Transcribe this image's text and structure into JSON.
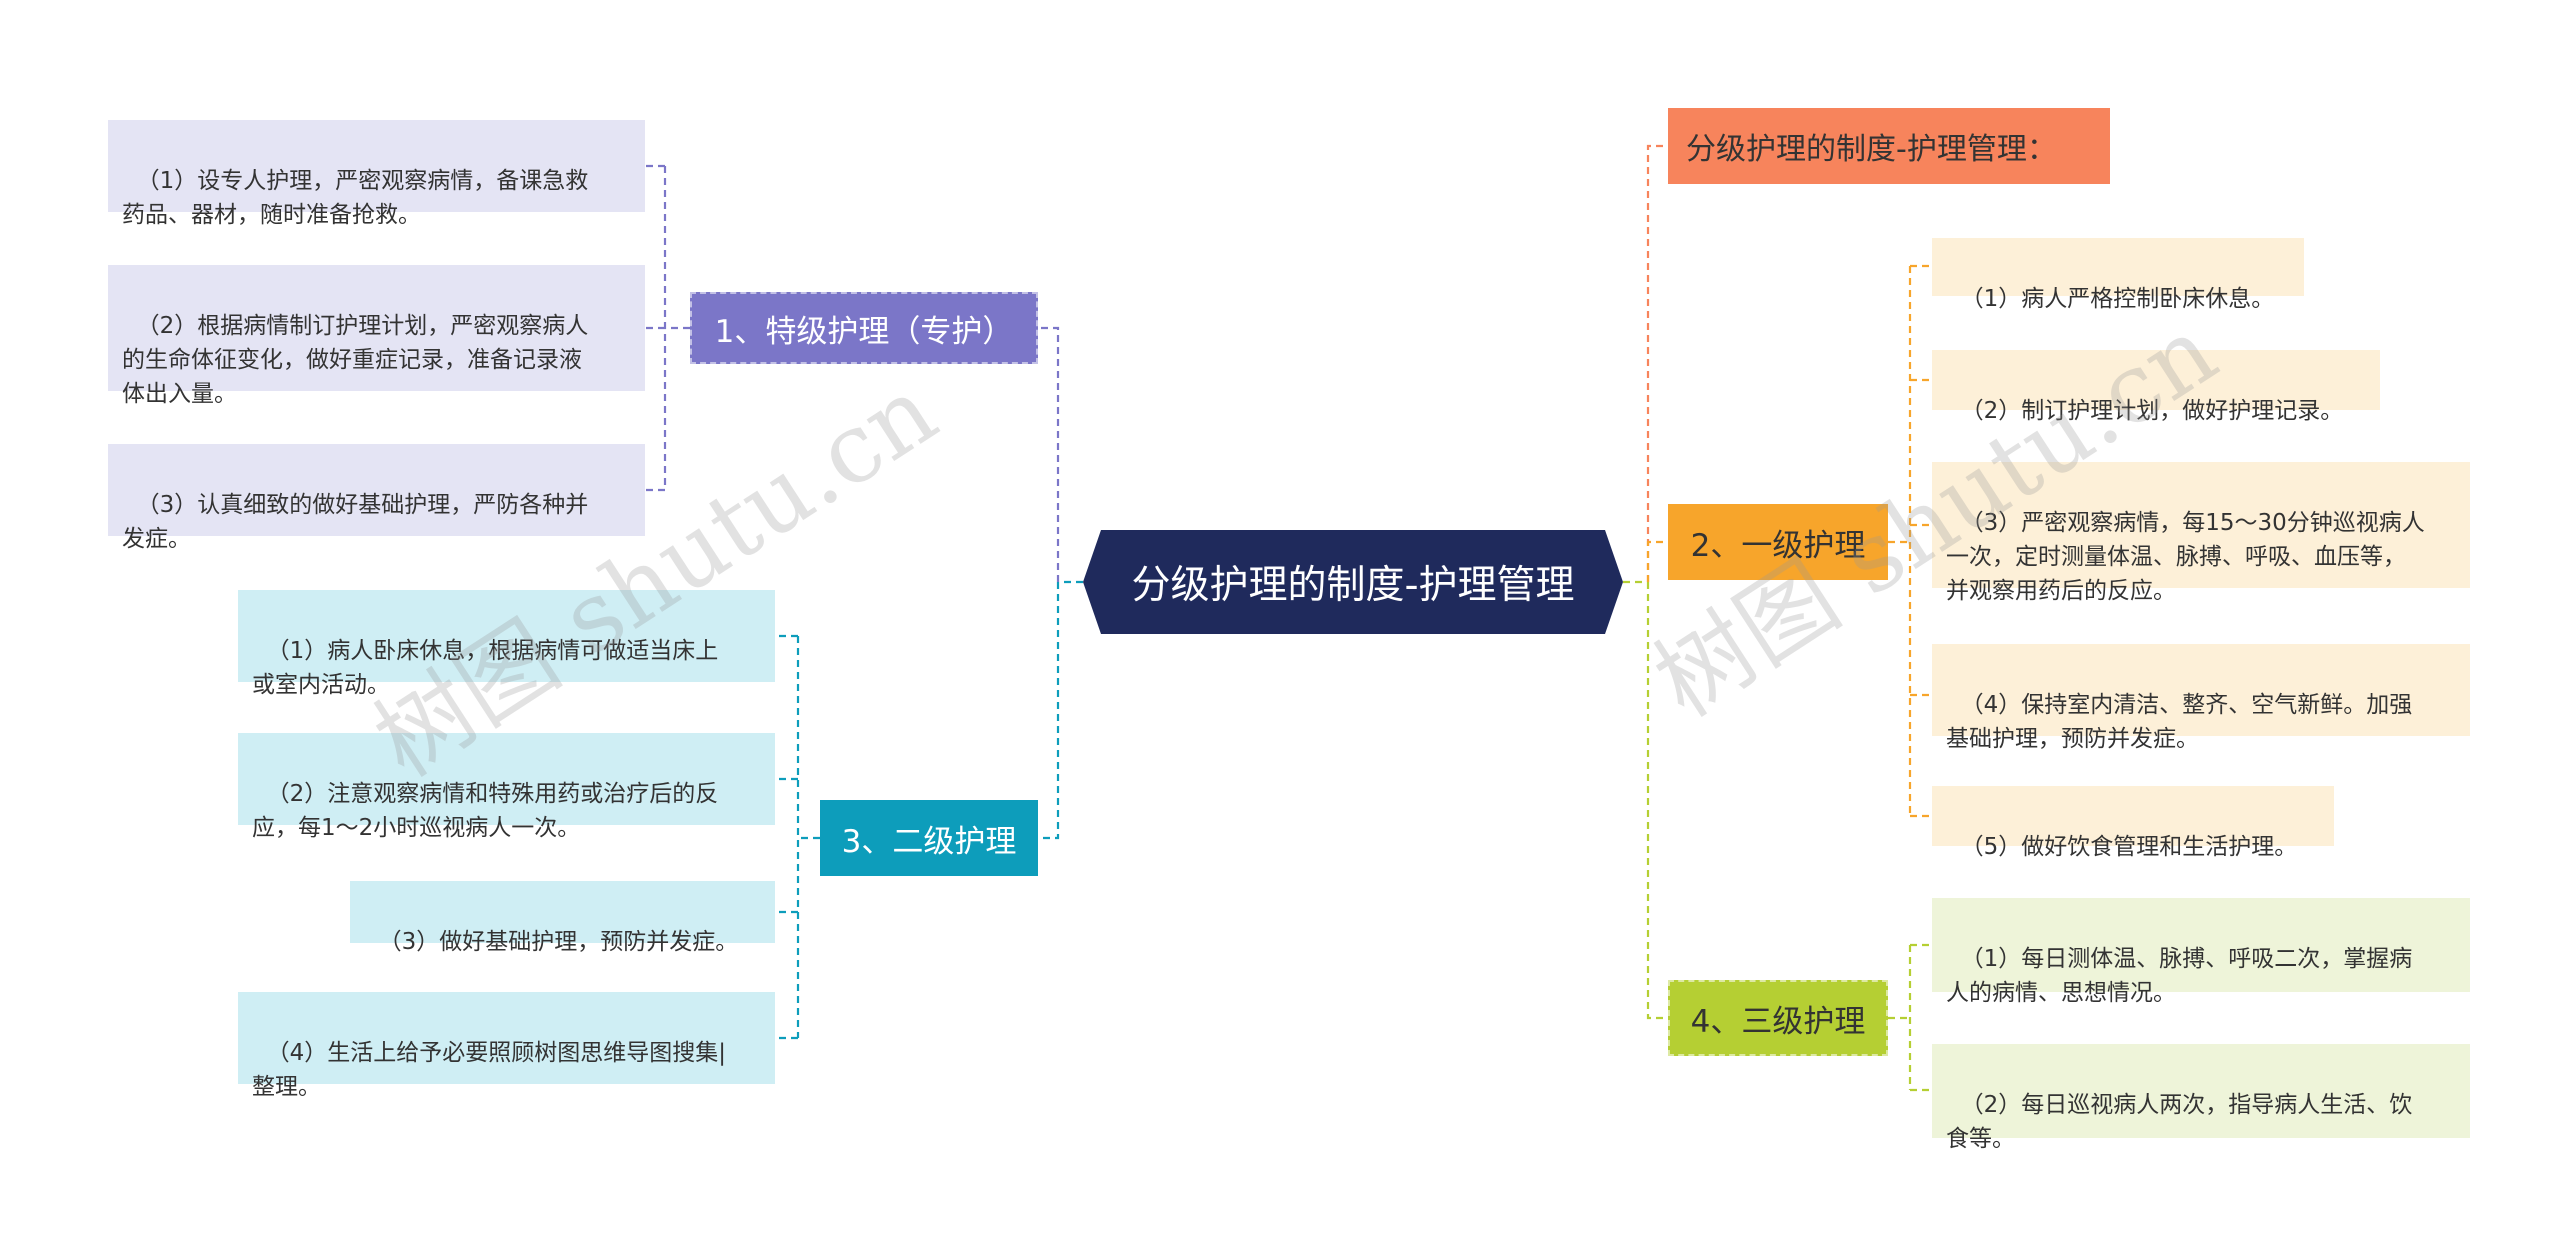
{
  "root": {
    "title": "分级护理的制度-护理管理"
  },
  "branches": {
    "special": {
      "label": "1、特级护理（专护）",
      "items": [
        "（1）设专人护理，严密观察病情，备课急救\n药品、器材，随时准备抢救。",
        "（2）根据病情制订护理计划，严密观察病人\n的生命体征变化，做好重症记录，准备记录液\n体出入量。",
        "（3）认真细致的做好基础护理，严防各种并\n发症。"
      ]
    },
    "second": {
      "label": "3、二级护理",
      "items": [
        "（1）病人卧床休息，根据病情可做适当床上\n或室内活动。",
        "（2）注意观察病情和特殊用药或治疗后的反\n应，每1～2小时巡视病人一次。",
        "（3）做好基础护理，预防并发症。",
        "（4）生活上给予必要照顾树图思维导图搜集|\n整理。"
      ]
    },
    "header": {
      "label": "分级护理的制度-护理管理："
    },
    "first": {
      "label": "2、一级护理",
      "items": [
        "（1）病人严格控制卧床休息。",
        "（2）制订护理计划，做好护理记录。",
        "（3）严密观察病情，每15～30分钟巡视病人\n一次，定时测量体温、脉搏、呼吸、血压等，\n并观察用药后的反应。",
        "（4）保持室内清洁、整齐、空气新鲜。加强\n基础护理，预防并发症。",
        "（5）做好饮食管理和生活护理。"
      ]
    },
    "third": {
      "label": "4、三级护理",
      "items": [
        "（1）每日测体温、脉搏、呼吸二次，掌握病\n人的病情、思想情况。",
        "（2）每日巡视病人两次，指导病人生活、饮\n食等。"
      ]
    }
  },
  "watermark": {
    "text": "树图 shutu.cn"
  },
  "colors": {
    "root": "#1f2a5c",
    "special": "#7b76c8",
    "second": "#0d9dbb",
    "header": "#f7845c",
    "first": "#f7a52b",
    "third": "#b5cf33"
  }
}
